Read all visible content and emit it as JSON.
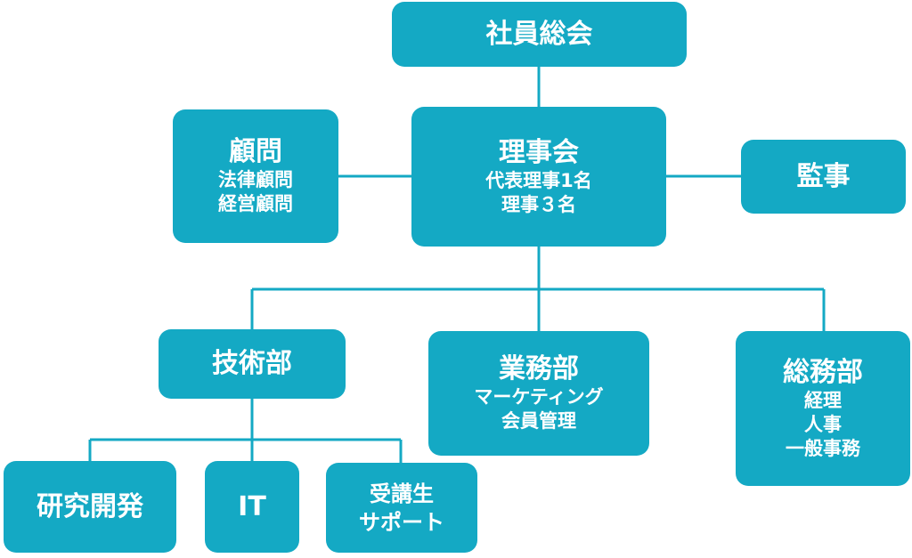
{
  "general_assembly": {
    "title": "社員総会"
  },
  "board": {
    "title": "理事会",
    "lines": [
      "代表理事1名",
      "理事３名"
    ]
  },
  "advisor": {
    "title": "顧問",
    "lines": [
      "法律顧問",
      "経営顧問"
    ]
  },
  "auditor": {
    "title": "監事"
  },
  "tech_dept": {
    "title": "技術部"
  },
  "business_dept": {
    "title": "業務部",
    "lines": [
      "マーケティング",
      "会員管理"
    ]
  },
  "general_affairs_dept": {
    "title": "総務部",
    "lines": [
      "経理",
      "人事",
      "一般事務"
    ]
  },
  "rnd": {
    "title": "研究開発"
  },
  "it": {
    "title": "IT"
  },
  "student_support": {
    "lines": [
      "受講生",
      "サポート"
    ]
  },
  "colors": {
    "box": "#14a9c4",
    "text": "#ffffff",
    "line": "#14a9c4"
  }
}
